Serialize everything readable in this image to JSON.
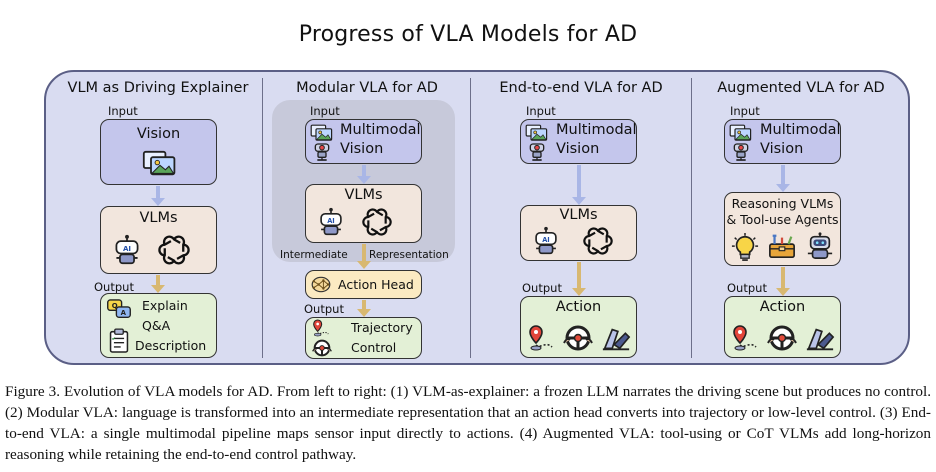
{
  "title": "Progress of VLA Models for AD",
  "columns": [
    {
      "title": "VLM as Driving Explainer",
      "input_label": "Input",
      "vision_label": "Vision",
      "vlm_label": "VLMs",
      "output_label": "Output",
      "outputs": [
        "Explain",
        "Q&A",
        "Description"
      ]
    },
    {
      "title": "Modular VLA for AD",
      "input_label": "Input",
      "vision_label": [
        "Multimodal",
        "Vision"
      ],
      "vlm_label": "VLMs",
      "intermediate_label": "Intermediate",
      "representation_label": "Representation",
      "action_head_label": "Action Head",
      "output_label": "Output",
      "outputs": [
        "Trajectory",
        "Control"
      ]
    },
    {
      "title": "End-to-end VLA for AD",
      "input_label": "Input",
      "vision_label": [
        "Multimodal",
        "Vision"
      ],
      "vlm_label": "VLMs",
      "output_label": "Output",
      "action_label": "Action"
    },
    {
      "title": "Augmented VLA for AD",
      "input_label": "Input",
      "vision_label": [
        "Multimodal",
        "Vision"
      ],
      "reasoning_label": [
        "Reasoning VLMs",
        "& Tool-use Agents"
      ],
      "output_label": "Output",
      "action_label": "Action"
    }
  ],
  "caption": "Figure 3.  Evolution of VLA models for AD. From left to right: (1) VLM-as-explainer: a frozen LLM narrates the driving scene but produces no control. (2) Modular VLA: language is transformed into an intermediate representation that an action head converts into trajectory or low-level control. (3) End-to-end VLA: a single multimodal pipeline maps sensor input directly to actions. (4) Augmented VLA: tool-using or CoT VLMs add long-horizon reasoning while retaining the end-to-end control pathway.",
  "colors": {
    "panel": "#d9dcf1",
    "vision_box": "#c4c6ec",
    "vlm_box": "#f2e6dd",
    "output_box": "#e3f0d6",
    "action_head_box": "#fbeac2",
    "blue_arrow": "#a9b6e6",
    "gold_arrow": "#d8b871"
  },
  "icons": [
    "images-icon",
    "camera-robot-icon",
    "ai-robot-icon",
    "openai-logo-icon",
    "chat-bubbles-icon",
    "clipboard-icon",
    "map-pin-icon",
    "steering-wheel-icon",
    "pedal-icon",
    "brain-network-icon",
    "lightbulb-icon",
    "toolbox-icon",
    "robot-head-icon"
  ]
}
